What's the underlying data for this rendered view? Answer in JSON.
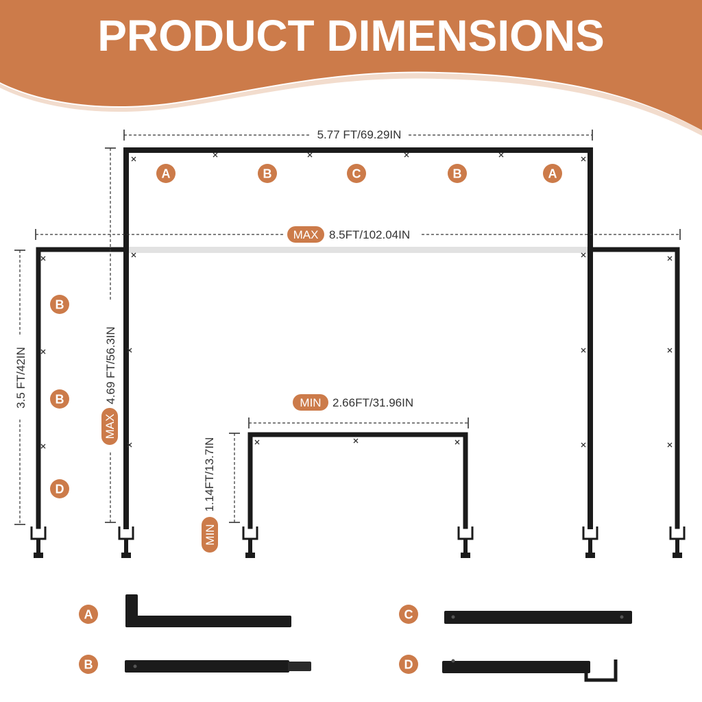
{
  "header": {
    "title": "PRODUCT DIMENSIONS"
  },
  "colors": {
    "accent": "#CC7B4A",
    "frame": "#1b1b1b",
    "dimension_line": "#333333",
    "background": "#FFFFFF"
  },
  "dimensions": {
    "top_width": "5.77 FT/69.29IN",
    "max_badge": "MAX",
    "max_width": "8.5FT/102.04IN",
    "side_height": "3.5 FT/42IN",
    "max_height": "4.69 FT/56.3IN",
    "min_badge": "MIN",
    "min_width": "2.66FT/31.96IN",
    "min_height": "1.14FT/13.7IN"
  },
  "frame_labels": {
    "top": [
      "A",
      "B",
      "C",
      "B",
      "A"
    ],
    "side": [
      "B",
      "B",
      "D"
    ]
  },
  "parts_legend": [
    {
      "letter": "A",
      "part_icon": "l-elbow-tube-icon"
    },
    {
      "letter": "B",
      "part_icon": "straight-tube-icon"
    },
    {
      "letter": "C",
      "part_icon": "connector-tube-icon"
    },
    {
      "letter": "D",
      "part_icon": "clamp-tube-icon"
    }
  ]
}
